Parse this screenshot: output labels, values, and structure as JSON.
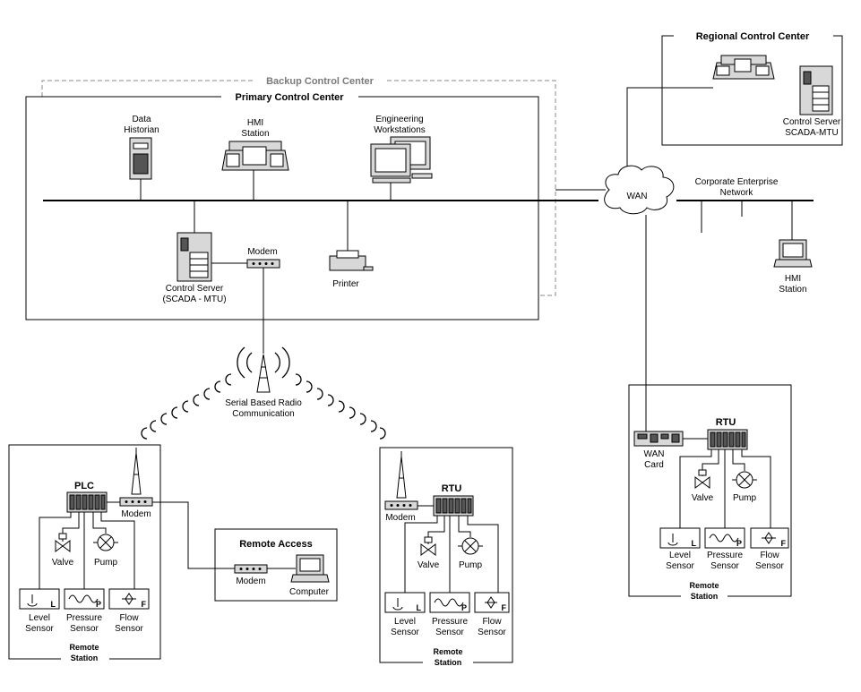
{
  "regional_center": {
    "title": "Regional Control Center",
    "server_label_1": "Control Server",
    "server_label_2": "SCADA-MTU"
  },
  "backup_center": {
    "title": "Backup Control Center"
  },
  "primary_center": {
    "title": "Primary Control Center",
    "historian_1": "Data",
    "historian_2": "Historian",
    "hmi_1": "HMI",
    "hmi_2": "Station",
    "eng_1": "Engineering",
    "eng_2": "Workstations",
    "server_1": "Control Server",
    "server_2": "(SCADA - MTU)",
    "modem": "Modem",
    "printer": "Printer"
  },
  "wan": {
    "label": "WAN"
  },
  "corporate": {
    "label_1": "Corporate Enterprise",
    "label_2": "Network",
    "hmi_1": "HMI",
    "hmi_2": "Station"
  },
  "radio": {
    "label_1": "Serial Based Radio",
    "label_2": "Communication"
  },
  "station_left": {
    "controller": "PLC",
    "modem": "Modem",
    "valve": "Valve",
    "pump": "Pump",
    "level_1": "Level",
    "level_2": "Sensor",
    "pressure_1": "Pressure",
    "pressure_2": "Sensor",
    "flow_1": "Flow",
    "flow_2": "Sensor",
    "footer_1": "Remote",
    "footer_2": "Station"
  },
  "remote_access": {
    "title": "Remote Access",
    "modem": "Modem",
    "computer": "Computer"
  },
  "station_middle": {
    "controller": "RTU",
    "modem": "Modem",
    "valve": "Valve",
    "pump": "Pump",
    "level_1": "Level",
    "level_2": "Sensor",
    "pressure_1": "Pressure",
    "pressure_2": "Sensor",
    "flow_1": "Flow",
    "flow_2": "Sensor",
    "footer_1": "Remote",
    "footer_2": "Station"
  },
  "station_right": {
    "controller": "RTU",
    "wan_card_1": "WAN",
    "wan_card_2": "Card",
    "valve": "Valve",
    "pump": "Pump",
    "level_1": "Level",
    "level_2": "Sensor",
    "pressure_1": "Pressure",
    "pressure_2": "Sensor",
    "flow_1": "Flow",
    "flow_2": "Sensor",
    "footer_1": "Remote",
    "footer_2": "Station"
  },
  "sensor_marks": {
    "level": "L",
    "pressure": "P",
    "flow": "F"
  },
  "colors": {
    "line": "#000000",
    "backup_dash": "#8a8a8a",
    "device_fill": "#d8d8d8",
    "device_dark": "#555555"
  }
}
